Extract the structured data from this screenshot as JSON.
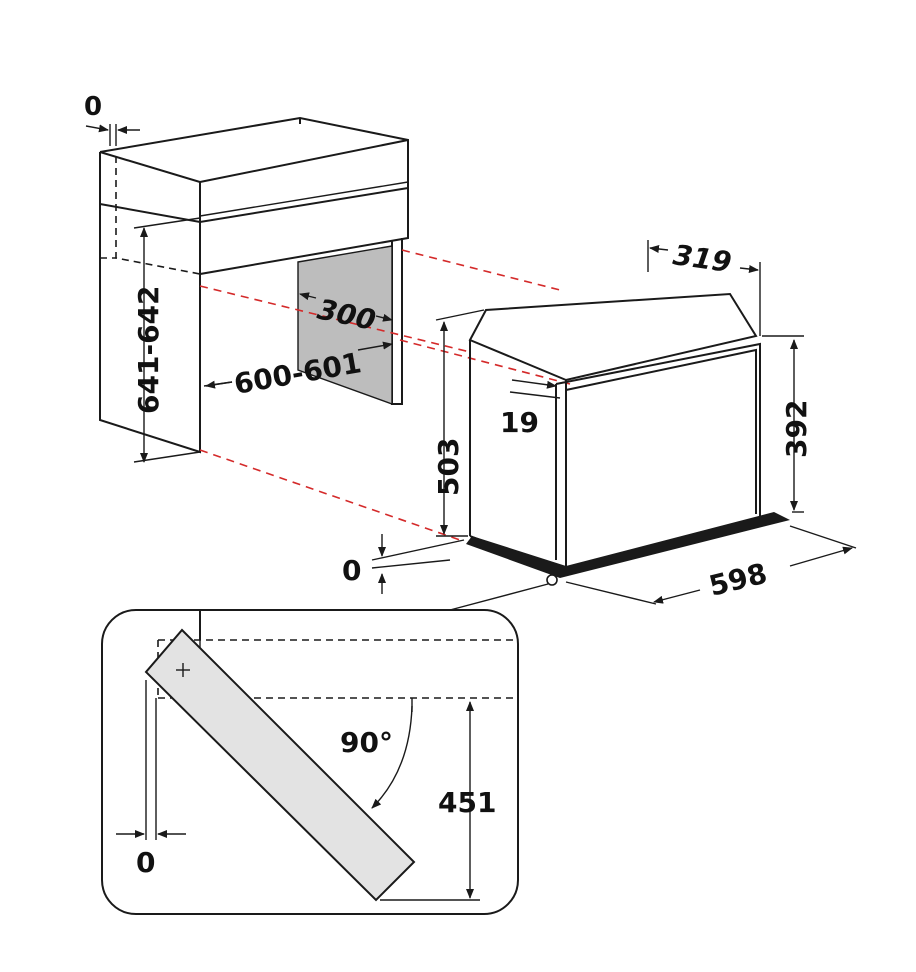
{
  "dimensions": {
    "top_gap": "0",
    "niche_height": "641-642",
    "niche_width": "600-601",
    "niche_depth_opening": "300",
    "oven_depth_top": "319",
    "oven_front_height": "392",
    "frame_offset": "19",
    "oven_height": "503",
    "bottom_gap": "0",
    "oven_width": "598",
    "door_angle": "90°",
    "door_clearance": "451",
    "side_gap": "0"
  },
  "colors": {
    "line": "#1a1a1a",
    "guide_dash": "#d42a2a",
    "niche_back": "#bdbdbd",
    "door_fill": "#e3e3e3"
  }
}
